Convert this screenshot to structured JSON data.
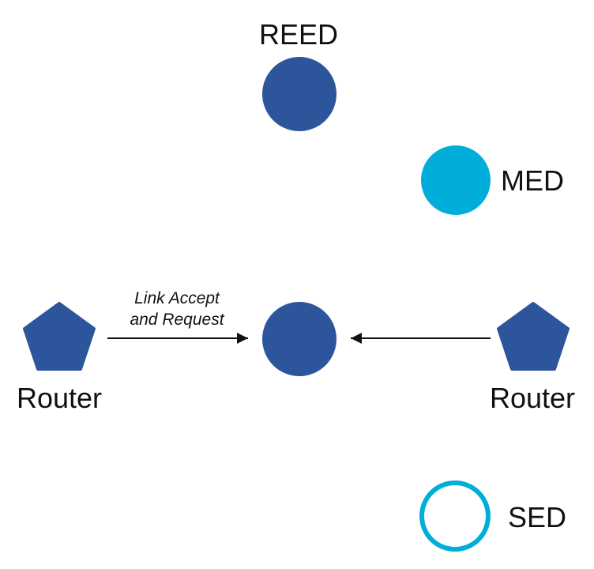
{
  "colors": {
    "router": "#2C559C",
    "reed": "#2C559C",
    "med": "#00AED9",
    "sed_outline": "#00AED9",
    "text": "#111111",
    "arrow": "#111111"
  },
  "nodes": {
    "reed_top": {
      "label": "REED",
      "icon": "filled-circle"
    },
    "med": {
      "label": "MED",
      "icon": "filled-circle"
    },
    "center_node": {
      "icon": "filled-circle"
    },
    "router_left": {
      "label": "Router",
      "icon": "pentagon"
    },
    "router_right": {
      "label": "Router",
      "icon": "pentagon"
    },
    "sed": {
      "label": "SED",
      "icon": "outlined-circle"
    }
  },
  "edges": {
    "left_to_center": {
      "label_line1": "Link Accept",
      "label_line2": "and Request"
    },
    "right_to_center": {}
  }
}
